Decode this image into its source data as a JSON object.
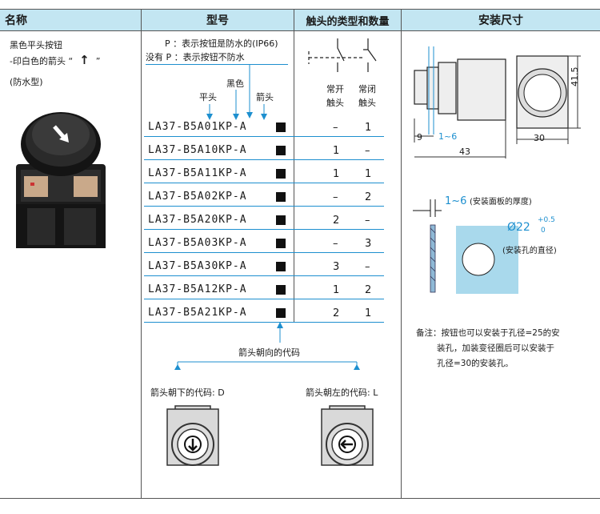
{
  "headers": {
    "name": "名称",
    "model": "型号",
    "contacts": "触头的类型和数量",
    "dims": "安装尺寸"
  },
  "name_col": {
    "line1": "黑色平头按钮",
    "line2_prefix": "-印白色的箭头 “",
    "line2_arrow": "↑",
    "line2_suffix": "”",
    "line3": "(防水型)"
  },
  "legend": {
    "p_line": "P ：表示按钮是防水的(IP66)",
    "nop_line": "没有 P ：表示按钮不防水"
  },
  "labels": {
    "black": "黑色",
    "flat": "平头",
    "arrow": "箭头"
  },
  "contact_heads": {
    "no1": "常开",
    "no2": "触头",
    "nc1": "常闭",
    "nc2": "触头"
  },
  "rows": [
    {
      "model": "LA37-B5A01KP-A",
      "no": "–",
      "nc": "1"
    },
    {
      "model": "LA37-B5A10KP-A",
      "no": "1",
      "nc": "–"
    },
    {
      "model": "LA37-B5A11KP-A",
      "no": "1",
      "nc": "1"
    },
    {
      "model": "LA37-B5A02KP-A",
      "no": "–",
      "nc": "2"
    },
    {
      "model": "LA37-B5A20KP-A",
      "no": "2",
      "nc": "–"
    },
    {
      "model": "LA37-B5A03KP-A",
      "no": "–",
      "nc": "3"
    },
    {
      "model": "LA37-B5A30KP-A",
      "no": "3",
      "nc": "–"
    },
    {
      "model": "LA37-B5A12KP-A",
      "no": "1",
      "nc": "2"
    },
    {
      "model": "LA37-B5A21KP-A",
      "no": "2",
      "nc": "1"
    }
  ],
  "arrow_code": {
    "title": "箭头朝向的代码",
    "down": "箭头朝下的代码: D",
    "left": "箭头朝左的代码: L"
  },
  "dims": {
    "d9": "9",
    "d16": "1~6",
    "d43": "43",
    "d30": "30",
    "d415": "41.5",
    "thick_val": "1~6",
    "thick_note": "(安装面板的厚度)",
    "hole_val": "Ø22",
    "hole_tol_top": "+0.5",
    "hole_tol_bot": "0",
    "hole_note": "(安装孔的直径)"
  },
  "note": {
    "line1": "备注：按钮也可以安装于孔径=25的安",
    "line2": "装孔，加装变径圈后可以安装于",
    "line3": "孔径=30的安装孔。"
  }
}
